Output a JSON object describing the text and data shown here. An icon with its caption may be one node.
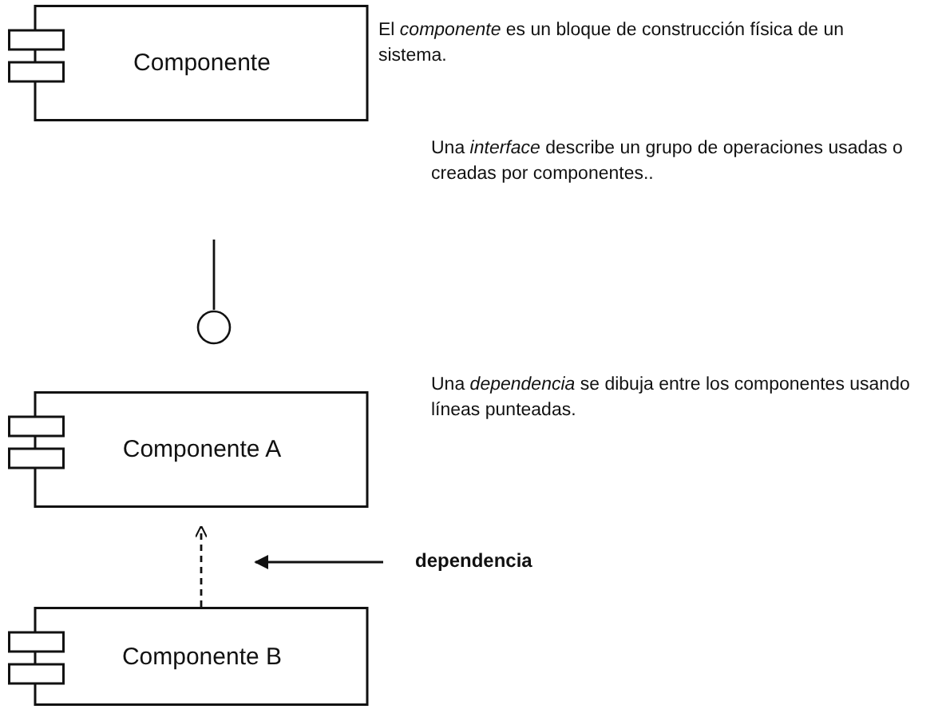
{
  "diagram": {
    "nodes": [
      {
        "text": [
          "Componente"
        ]
      },
      {
        "text": [],
        "shape": "circle"
      },
      {
        "text": [
          "Componente A"
        ]
      },
      {
        "text": [
          "Componente B"
        ]
      },
      {
        "text": [
          "dependencia"
        ]
      }
    ],
    "edges": [
      {
        "from": null,
        "to": 1,
        "arrow": "none"
      },
      {
        "from": 3,
        "to": 2,
        "arrow": "to",
        "style": "dashed"
      },
      {
        "from": 4,
        "to": null,
        "arrow": "to"
      }
    ],
    "labels": [
      "El *componente* es un bloque de construcción física de un sistema.",
      "Una *interface* describe un grupo de operaciones usadas o creadas por componentes..",
      "Una *dependencia* se dibuja entre los componentes usando líneas punteadas."
    ]
  }
}
